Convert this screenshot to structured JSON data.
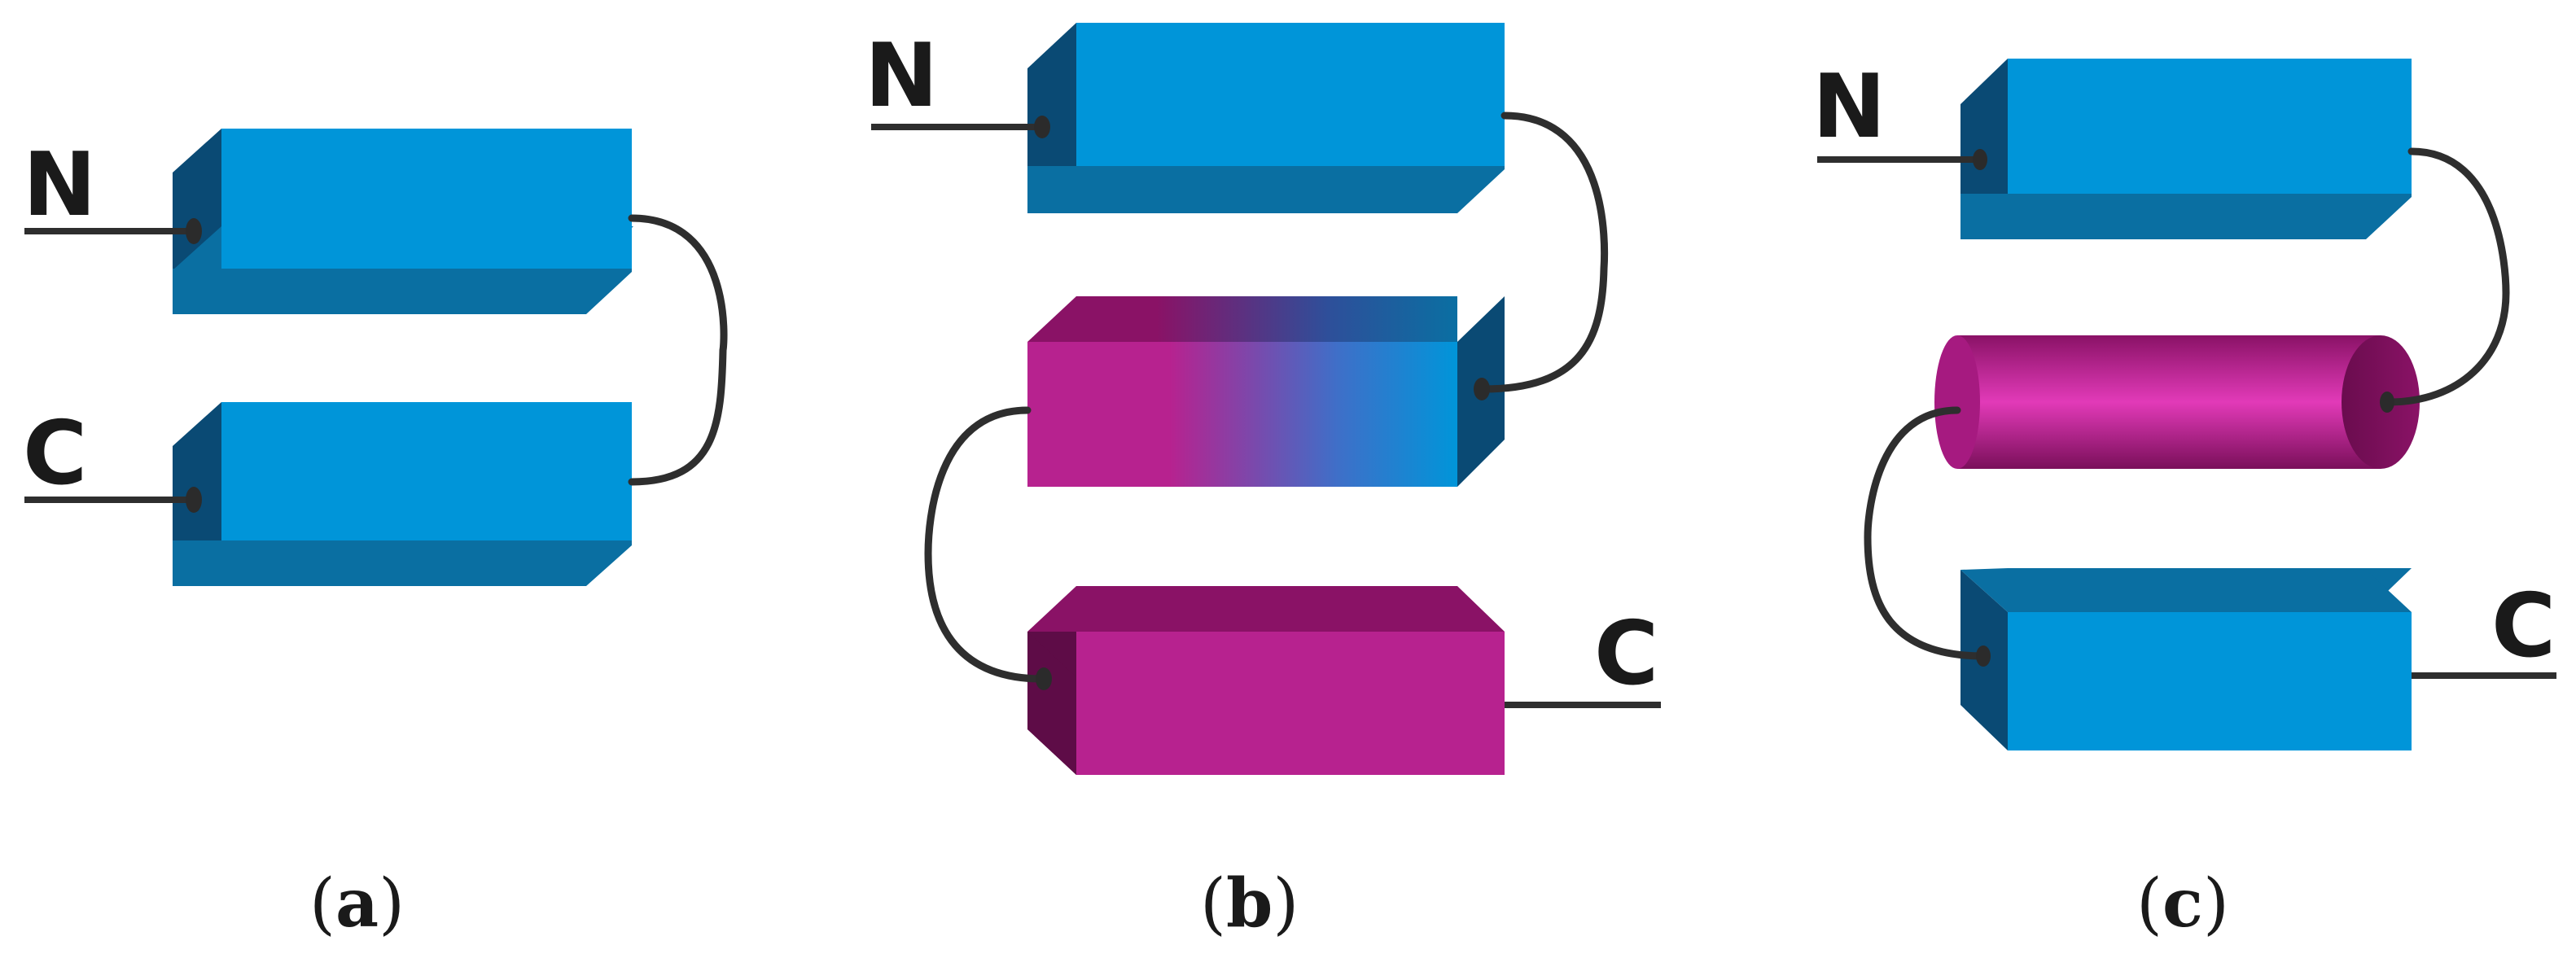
{
  "colors": {
    "blue_front": "#0095d9",
    "blue_top": "#0a6fa2",
    "blue_side": "#0a4a74",
    "magenta_front": "#b7228f",
    "magenta_top": "#8a1266",
    "magenta_side": "#5e0c47",
    "line": "#2e2e2e"
  },
  "panels": [
    {
      "id": "a",
      "label_open": "(",
      "label_letter": "a",
      "label_close": ")",
      "terminal_n": "N",
      "terminal_c": "C",
      "elements": [
        "blue-box",
        "blue-box"
      ]
    },
    {
      "id": "b",
      "label_open": "(",
      "label_letter": "b",
      "label_close": ")",
      "terminal_n": "N",
      "terminal_c": "C",
      "elements": [
        "blue-box",
        "magenta-blue-gradient-box",
        "magenta-box"
      ]
    },
    {
      "id": "c",
      "label_open": "(",
      "label_letter": "c",
      "label_close": ")",
      "terminal_n": "N",
      "terminal_c": "C",
      "elements": [
        "blue-box",
        "magenta-cylinder",
        "blue-box"
      ]
    }
  ]
}
